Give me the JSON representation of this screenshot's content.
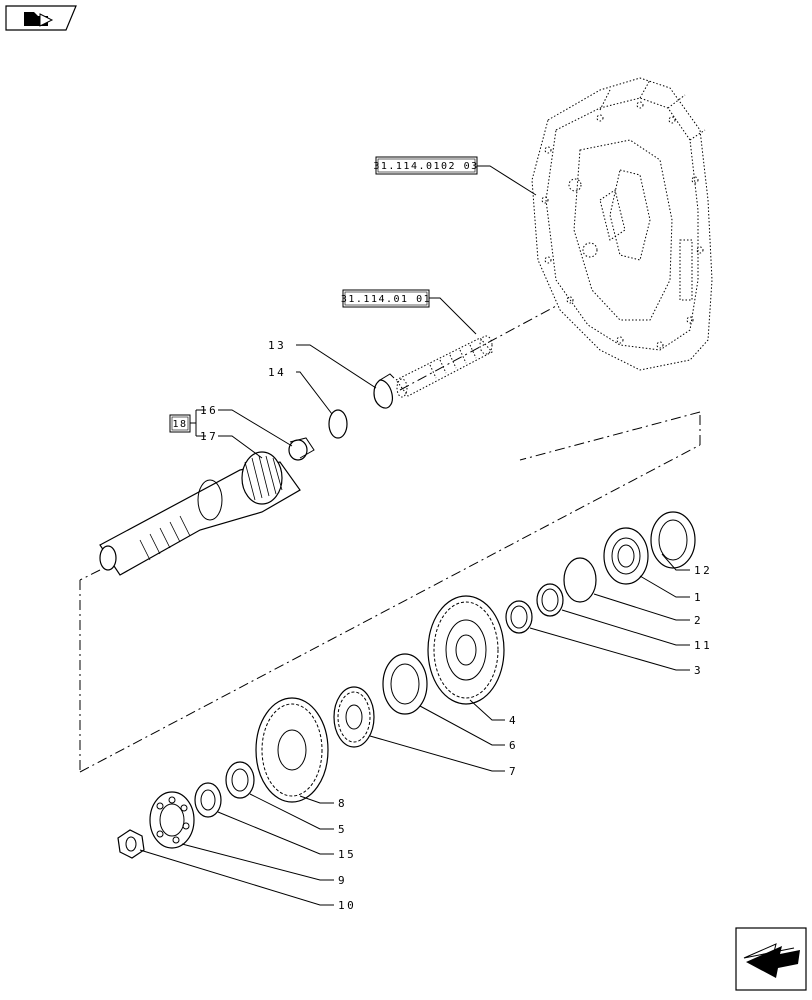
{
  "refs": {
    "housing_ref": "31.114.0102 03",
    "shaft_ref": "31.114.01 01",
    "sub_ref": "18"
  },
  "callouts": {
    "c1": "1",
    "c2": "2",
    "c3": "3",
    "c4": "4",
    "c5": "5",
    "c6": "6",
    "c7": "7",
    "c8": "8",
    "c9": "9",
    "c10": "10",
    "c11": "11",
    "c12": "12",
    "c13": "13",
    "c14": "14",
    "c15": "15",
    "c16": "16",
    "c17": "17"
  },
  "icons": {
    "top_left": "folder-arrow-icon",
    "bottom_right": "next-page-arrow-icon"
  }
}
